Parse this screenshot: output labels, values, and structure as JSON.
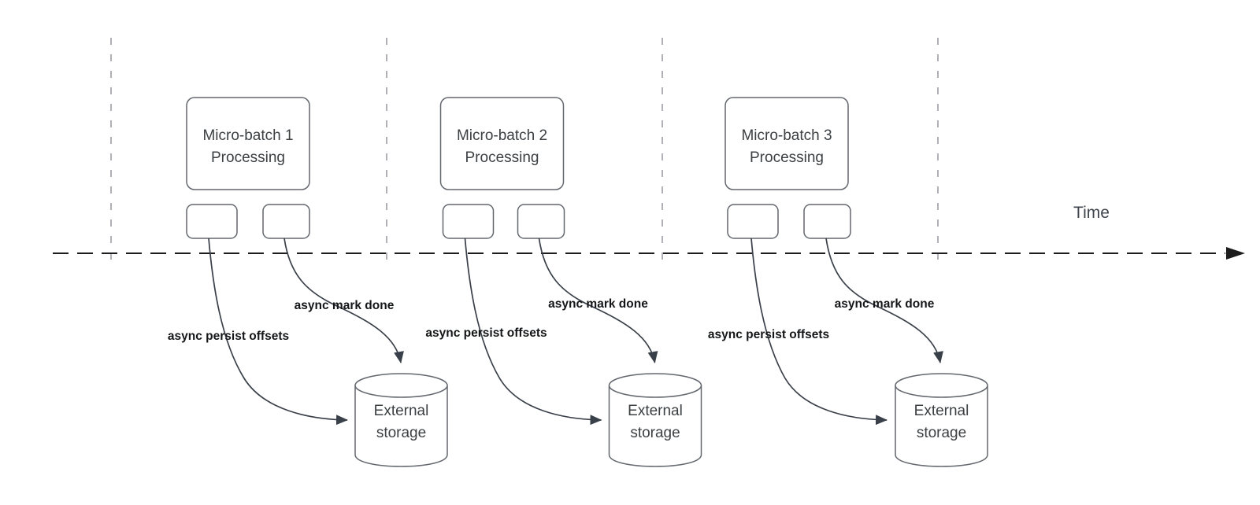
{
  "diagram": {
    "time_axis_label": "Time",
    "sections": [
      {
        "processing_box": [
          "Micro-batch 1",
          "Processing"
        ],
        "offset_commit_label": "async persist offsets",
        "mark_done_label": "async mark done",
        "storage": [
          "External",
          "storage"
        ]
      },
      {
        "processing_box": [
          "Micro-batch 2",
          "Processing"
        ],
        "offset_commit_label": "async persist offsets",
        "mark_done_label": "async mark done",
        "storage": [
          "External",
          "storage"
        ]
      },
      {
        "processing_box": [
          "Micro-batch 3",
          "Processing"
        ],
        "offset_commit_label": "async persist offsets",
        "mark_done_label": "async mark done",
        "storage": [
          "External",
          "storage"
        ]
      }
    ],
    "colors": {
      "background": "#ffffff",
      "shape_stroke": "#63676e",
      "shape_text": "#3c4043",
      "edge_stroke": "#3a4049",
      "edge_label_text": "#141618",
      "timeline_stroke": "#1c1c1c",
      "guide_stroke": "#b0b0b6",
      "time_label_text": "#3f454c"
    }
  }
}
